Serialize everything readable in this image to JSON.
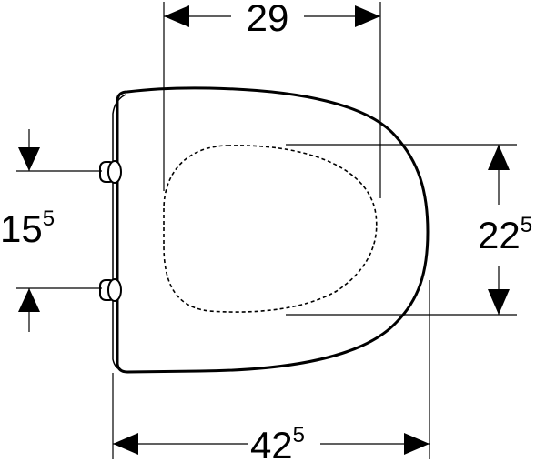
{
  "diagram": {
    "colors": {
      "ink": "#000000",
      "background": "#ffffff"
    },
    "dimensions": {
      "top_width": {
        "value": "29"
      },
      "overall_length": {
        "value": "42",
        "superscript": "5"
      },
      "hinge_spacing": {
        "value": "15",
        "superscript": "5"
      },
      "opening_width": {
        "value": "22",
        "superscript": "5"
      }
    }
  }
}
